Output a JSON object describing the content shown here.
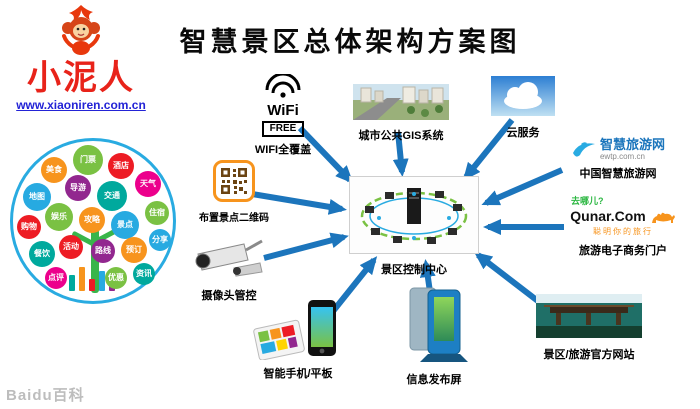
{
  "title": "智慧景区总体架构方案图",
  "brand": {
    "name": "小泥人",
    "url": "www.xiaoniren.com.cn"
  },
  "watermark": "Baidu百科",
  "center": {
    "label": "景区控制中心"
  },
  "nodes": {
    "wifi": {
      "wifi_text": "WiFi",
      "free_text": "FREE",
      "label": "WIFI全覆盖"
    },
    "gis": {
      "label": "城市公共GIS系统"
    },
    "cloud": {
      "label": "云服务"
    },
    "ewtp": {
      "logo_title": "智慧旅游网",
      "logo_domain": "ewtp.com.cn",
      "label": "中国智慧旅游网"
    },
    "qunar": {
      "logo_cn": "去哪儿?",
      "logo_en": "Qunar.Com",
      "slogan": "聪明你的旅行",
      "label": "旅游电子商务门户"
    },
    "website": {
      "label": "景区/旅游官方网站"
    },
    "kiosk": {
      "label": "信息发布屏"
    },
    "mobile": {
      "label": "智能手机/平板"
    },
    "camera": {
      "label": "摄像头管控"
    },
    "qrcode": {
      "label": "布置景点二维码"
    }
  },
  "tagcloud": {
    "tags": [
      "门票",
      "美食",
      "酒店",
      "地图",
      "导游",
      "交通",
      "天气",
      "购物",
      "娱乐",
      "攻略",
      "景点",
      "住宿",
      "餐饮",
      "活动",
      "路线",
      "预订",
      "分享",
      "点评",
      "优惠",
      "资讯"
    ]
  }
}
